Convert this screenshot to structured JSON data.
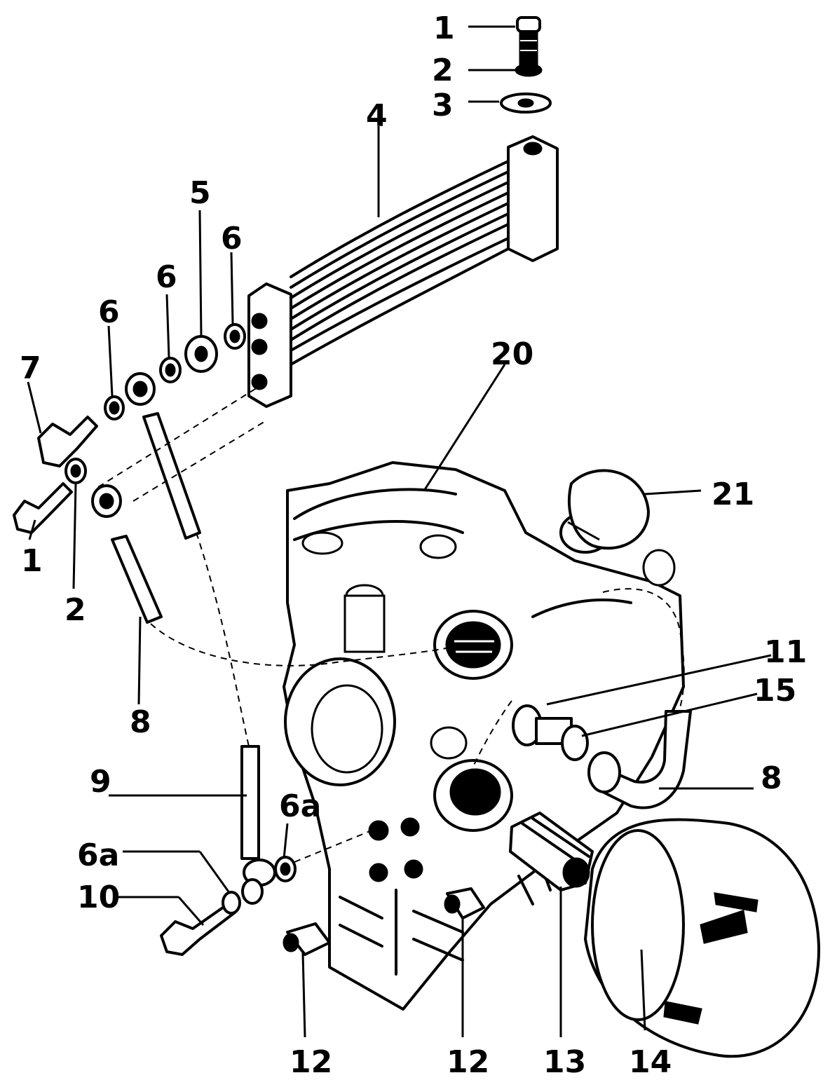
{
  "callouts": [
    {
      "id": "c1-top",
      "text": "1"
    },
    {
      "id": "c2-top",
      "text": "2"
    },
    {
      "id": "c3",
      "text": "3"
    },
    {
      "id": "c4",
      "text": "4"
    },
    {
      "id": "c5",
      "text": "5"
    },
    {
      "id": "c6-a",
      "text": "6"
    },
    {
      "id": "c6-b",
      "text": "6"
    },
    {
      "id": "c6-c",
      "text": "6"
    },
    {
      "id": "c7",
      "text": "7"
    },
    {
      "id": "c1-left",
      "text": "1"
    },
    {
      "id": "c2-left",
      "text": "2"
    },
    {
      "id": "c20",
      "text": "20"
    },
    {
      "id": "c21",
      "text": "21"
    },
    {
      "id": "c8-left",
      "text": "8"
    },
    {
      "id": "c11",
      "text": "11"
    },
    {
      "id": "c15",
      "text": "15"
    },
    {
      "id": "c8-right",
      "text": "8"
    },
    {
      "id": "c9",
      "text": "9"
    },
    {
      "id": "c6a-right",
      "text": "6a"
    },
    {
      "id": "c6a-left",
      "text": "6a"
    },
    {
      "id": "c10",
      "text": "10"
    },
    {
      "id": "c12-left",
      "text": "12"
    },
    {
      "id": "c12-right",
      "text": "12"
    },
    {
      "id": "c13",
      "text": "13"
    },
    {
      "id": "c14",
      "text": "14"
    }
  ]
}
